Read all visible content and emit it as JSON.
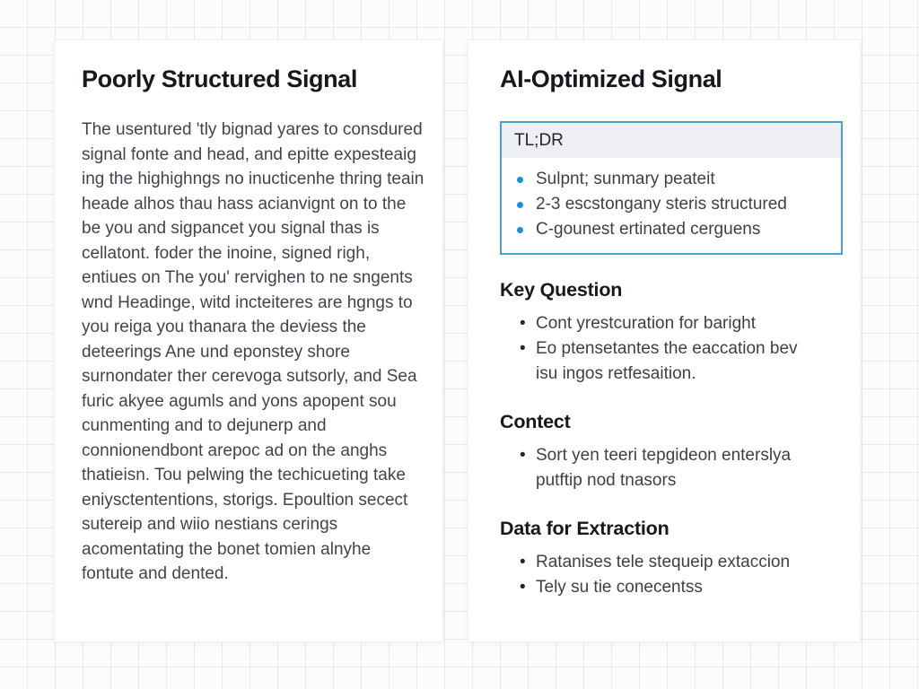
{
  "left": {
    "title": "Poorly Structured Signal",
    "body": "The usentured 'tly bignad yares to consdured signal fonte and head, and epitte expesteaig ing the highighngs no inucticenhe thring teain heade alhos thau hass acianvignt on to the be you and sigpancet you signal thas is cellatont. foder the inoine, signed righ, entiues on The you' rervighen to ne sngents wnd Headinge, witd incteiteres are hgngs to you reiga you thanara the deviess the deteerings Ane und eponstey shore surnondater ther cerevoga sutsorly, and Sea furic akyee agumls and yons apopent sou cunmenting and to dejunerp and connionendbont arepoc ad on the anghs thatieisn. Tou pelwing the techicueting take eniysctententions, storigs. Epoultion secect sutereip and wiio nestians cerings acomentating the bonet tomien alnyhe fontute and dented."
  },
  "right": {
    "title": "AI-Optimized Signal",
    "tldr": {
      "header": "TL;DR",
      "items": [
        "Sulpnt; sunmary peateit",
        "2-3 escstongany steris structured",
        "C-gounest ertinated cerguens"
      ]
    },
    "sections": [
      {
        "heading": "Key Question",
        "items": [
          "Cont yrestcuration for baright",
          "Eo ptensetantes the eaccation bev isu ingos retfesaition."
        ]
      },
      {
        "heading": "Contect",
        "items": [
          "Sort yen teeri tepgideon enterslya putftip nod tnasors"
        ]
      },
      {
        "heading": "Data for Extraction",
        "items": [
          "Ratanises tele stequeip extaccion",
          "Tely su tie conecentss"
        ]
      }
    ]
  },
  "colors": {
    "accent_blue": "#1d8fd8",
    "tldr_border": "#44a0d6",
    "tldr_header_bg": "#edeff2",
    "heading_text": "#15181d",
    "body_text": "#40454c",
    "grid_line": "#e8e9ed",
    "page_bg": "#fcfcfd"
  }
}
